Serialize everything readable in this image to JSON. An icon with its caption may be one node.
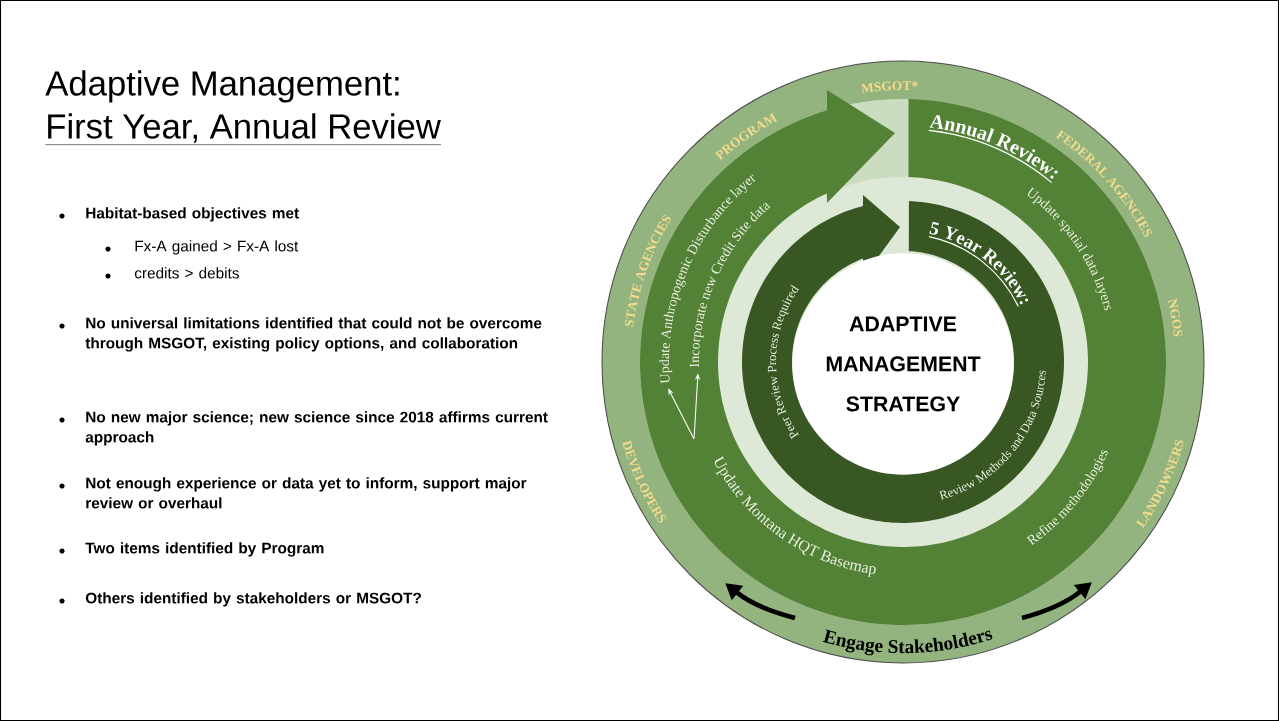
{
  "diagram": {
    "title": "Adaptive Management:",
    "nodes": [
      {
        "text": [
          "MSGOT*",
          "FEDERAL AGENCIES",
          "NGOS",
          "LANDOWNERS",
          "Engage Stakeholders",
          "DEVELOPERS",
          "STATE AGENCIES",
          "PROGRAM"
        ]
      },
      {
        "text": [
          "Annual Review:",
          "Update spatial data layers",
          "Refine methodologies"
        ],
        "in": 0
      },
      {
        "text": [
          "Update Montana HQT Basemap"
        ],
        "in": 1
      },
      {
        "text": [
          "Update Anthropogenic Disturbance layer"
        ],
        "in": 1
      },
      {
        "text": [
          "Incorporate new Credit Site data"
        ],
        "in": 1
      },
      {
        "text": [
          "5 Year Review:",
          "Review Methods and Data Sources",
          "Peer Review Process Required"
        ],
        "in": 0
      },
      {
        "text": [
          "ADAPTIVE MANAGEMENT STRATEGY"
        ],
        "in": 0
      }
    ],
    "edges": [
      {
        "from": 2,
        "to": 3,
        "arrow": "to"
      },
      {
        "from": 2,
        "to": 4,
        "arrow": "to"
      }
    ],
    "labels": [
      "First Year, Annual Review",
      "Habitat-based objectives met",
      "Fx-A gained > Fx-A lost",
      "credits > debits",
      "No universal limitations identified that could not be overcome through MSGOT, existing policy options, and collaboration",
      "No new major science; new science since 2018 affirms current approach",
      "Not enough experience or data yet to inform, support major review or overhaul",
      "Two items identified by Program",
      "Others identified by stakeholders or MSGOT?"
    ]
  }
}
